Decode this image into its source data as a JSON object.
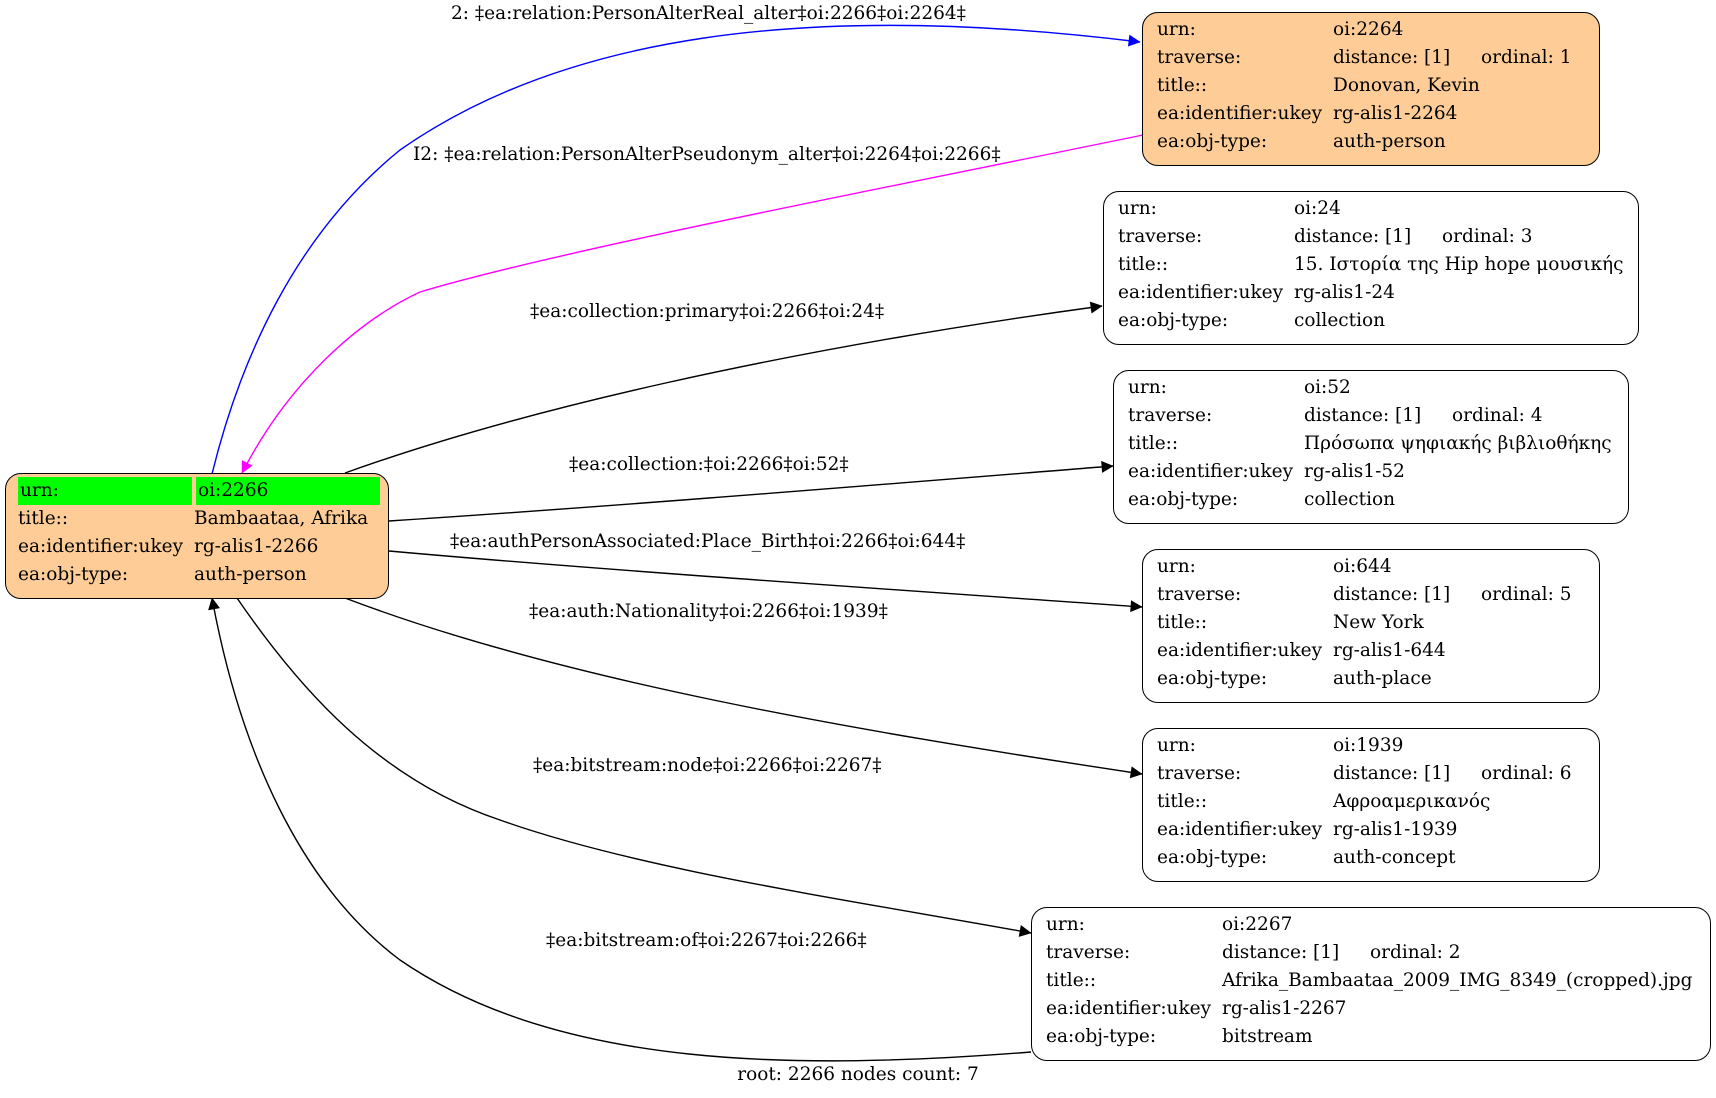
{
  "graph": {
    "footer": "root: 2266 nodes count: 7",
    "root": {
      "urn_key": "urn:",
      "urn": "oi:2266",
      "title_key": "title::",
      "title": "Bambaataa, Afrika",
      "ukey_key": "ea:identifier:ukey",
      "ukey": "rg-alis1-2266",
      "type_key": "ea:obj-type:",
      "type": "auth-person",
      "fill": "#fecc96",
      "highlight": "#00ff00"
    },
    "nodes": [
      {
        "urn_key": "urn:",
        "urn": "oi:2264",
        "trav_key": "traverse:",
        "distance": "distance: [1]",
        "ordinal": "ordinal: 1",
        "title_key": "title::",
        "title": "Donovan, Kevin",
        "ukey_key": "ea:identifier:ukey",
        "ukey": "rg-alis1-2264",
        "type_key": "ea:obj-type:",
        "type": "auth-person",
        "fill": "#fecc96"
      },
      {
        "urn_key": "urn:",
        "urn": "oi:24",
        "trav_key": "traverse:",
        "distance": "distance: [1]",
        "ordinal": "ordinal: 3",
        "title_key": "title::",
        "title": "15. Ιστορία της Hip hope μουσικής",
        "ukey_key": "ea:identifier:ukey",
        "ukey": "rg-alis1-24",
        "type_key": "ea:obj-type:",
        "type": "collection",
        "fill": "#ffffff"
      },
      {
        "urn_key": "urn:",
        "urn": "oi:52",
        "trav_key": "traverse:",
        "distance": "distance: [1]",
        "ordinal": "ordinal: 4",
        "title_key": "title::",
        "title": "Πρόσωπα ψηφιακής βιβλιοθήκης",
        "ukey_key": "ea:identifier:ukey",
        "ukey": "rg-alis1-52",
        "type_key": "ea:obj-type:",
        "type": "collection",
        "fill": "#ffffff"
      },
      {
        "urn_key": "urn:",
        "urn": "oi:644",
        "trav_key": "traverse:",
        "distance": "distance: [1]",
        "ordinal": "ordinal: 5",
        "title_key": "title::",
        "title": "New York",
        "ukey_key": "ea:identifier:ukey",
        "ukey": "rg-alis1-644",
        "type_key": "ea:obj-type:",
        "type": "auth-place",
        "fill": "#ffffff"
      },
      {
        "urn_key": "urn:",
        "urn": "oi:1939",
        "trav_key": "traverse:",
        "distance": "distance: [1]",
        "ordinal": "ordinal: 6",
        "title_key": "title::",
        "title": "Αφροαμερικανός",
        "ukey_key": "ea:identifier:ukey",
        "ukey": "rg-alis1-1939",
        "type_key": "ea:obj-type:",
        "type": "auth-concept",
        "fill": "#ffffff"
      },
      {
        "urn_key": "urn:",
        "urn": "oi:2267",
        "trav_key": "traverse:",
        "distance": "distance: [1]",
        "ordinal": "ordinal: 2",
        "title_key": "title::",
        "title": "Afrika_Bambaataa_2009_IMG_8349_(cropped).jpg",
        "ukey_key": "ea:identifier:ukey",
        "ukey": "rg-alis1-2267",
        "type_key": "ea:obj-type:",
        "type": "bitstream",
        "fill": "#ffffff"
      }
    ],
    "edges": [
      {
        "label": "2: ‡ea:relation:PersonAlterReal_alter‡oi:2266‡oi:2264‡",
        "color": "#0000ff"
      },
      {
        "label": "I2: ‡ea:relation:PersonAlterPseudonym_alter‡oi:2264‡oi:2266‡",
        "color": "#ff00ff"
      },
      {
        "label": "‡ea:collection:primary‡oi:2266‡oi:24‡",
        "color": "#000000"
      },
      {
        "label": "‡ea:collection:‡oi:2266‡oi:52‡",
        "color": "#000000"
      },
      {
        "label": "‡ea:authPersonAssociated:Place_Birth‡oi:2266‡oi:644‡",
        "color": "#000000"
      },
      {
        "label": "‡ea:auth:Nationality‡oi:2266‡oi:1939‡",
        "color": "#000000"
      },
      {
        "label": "‡ea:bitstream:node‡oi:2266‡oi:2267‡",
        "color": "#000000"
      },
      {
        "label": "‡ea:bitstream:of‡oi:2267‡oi:2266‡",
        "color": "#000000"
      }
    ]
  }
}
